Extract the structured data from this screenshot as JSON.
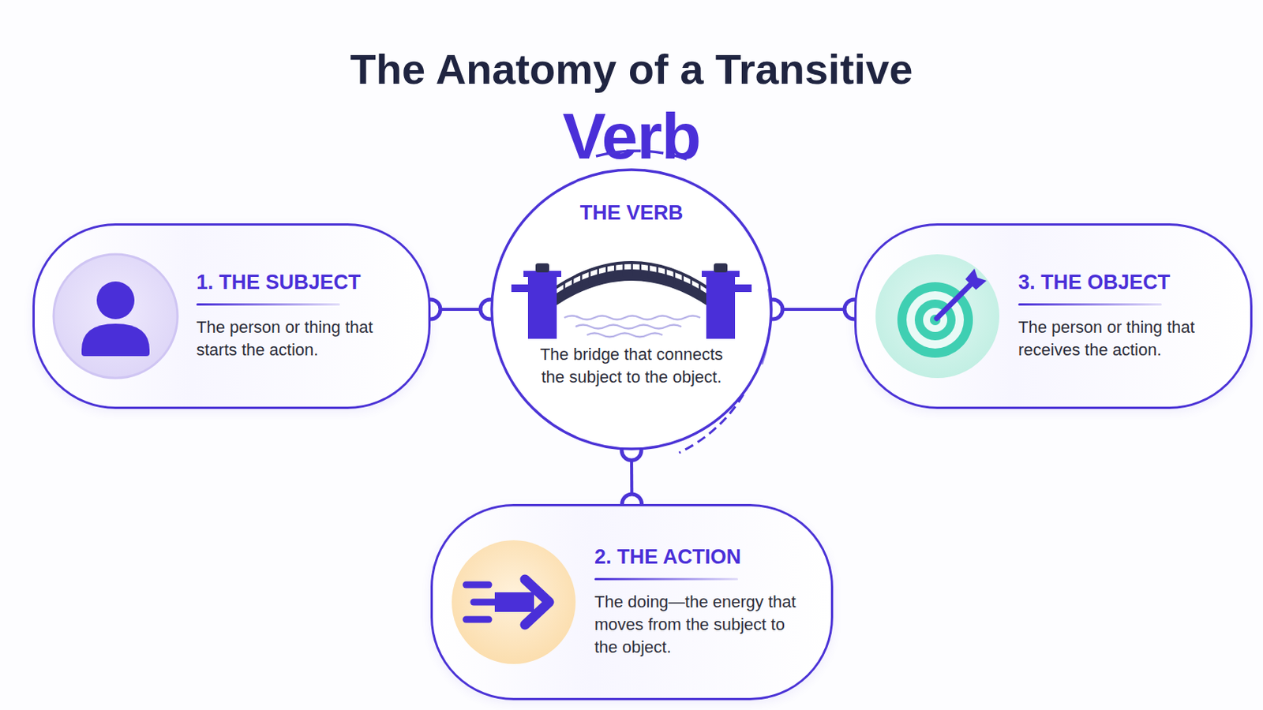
{
  "diagram": {
    "title": "The Anatomy of a Transitive Verb",
    "nodes": [
      {
        "text": [
          "1. THE SUBJECT",
          "The person or thing that starts the action."
        ]
      },
      {
        "text": [
          "THE VERB",
          "The bridge that connects the subject to the object."
        ]
      },
      {
        "text": [
          "3. THE OBJECT",
          "The person or thing that receives the action."
        ]
      },
      {
        "text": [
          "2. THE ACTION",
          "The doing—the energy that moves from the subject to the object."
        ]
      }
    ],
    "edges": [
      {
        "from": 0,
        "to": 1,
        "arrow": "none"
      },
      {
        "from": 1,
        "to": 2,
        "arrow": "none"
      },
      {
        "from": 1,
        "to": 3,
        "arrow": "none"
      }
    ]
  }
}
